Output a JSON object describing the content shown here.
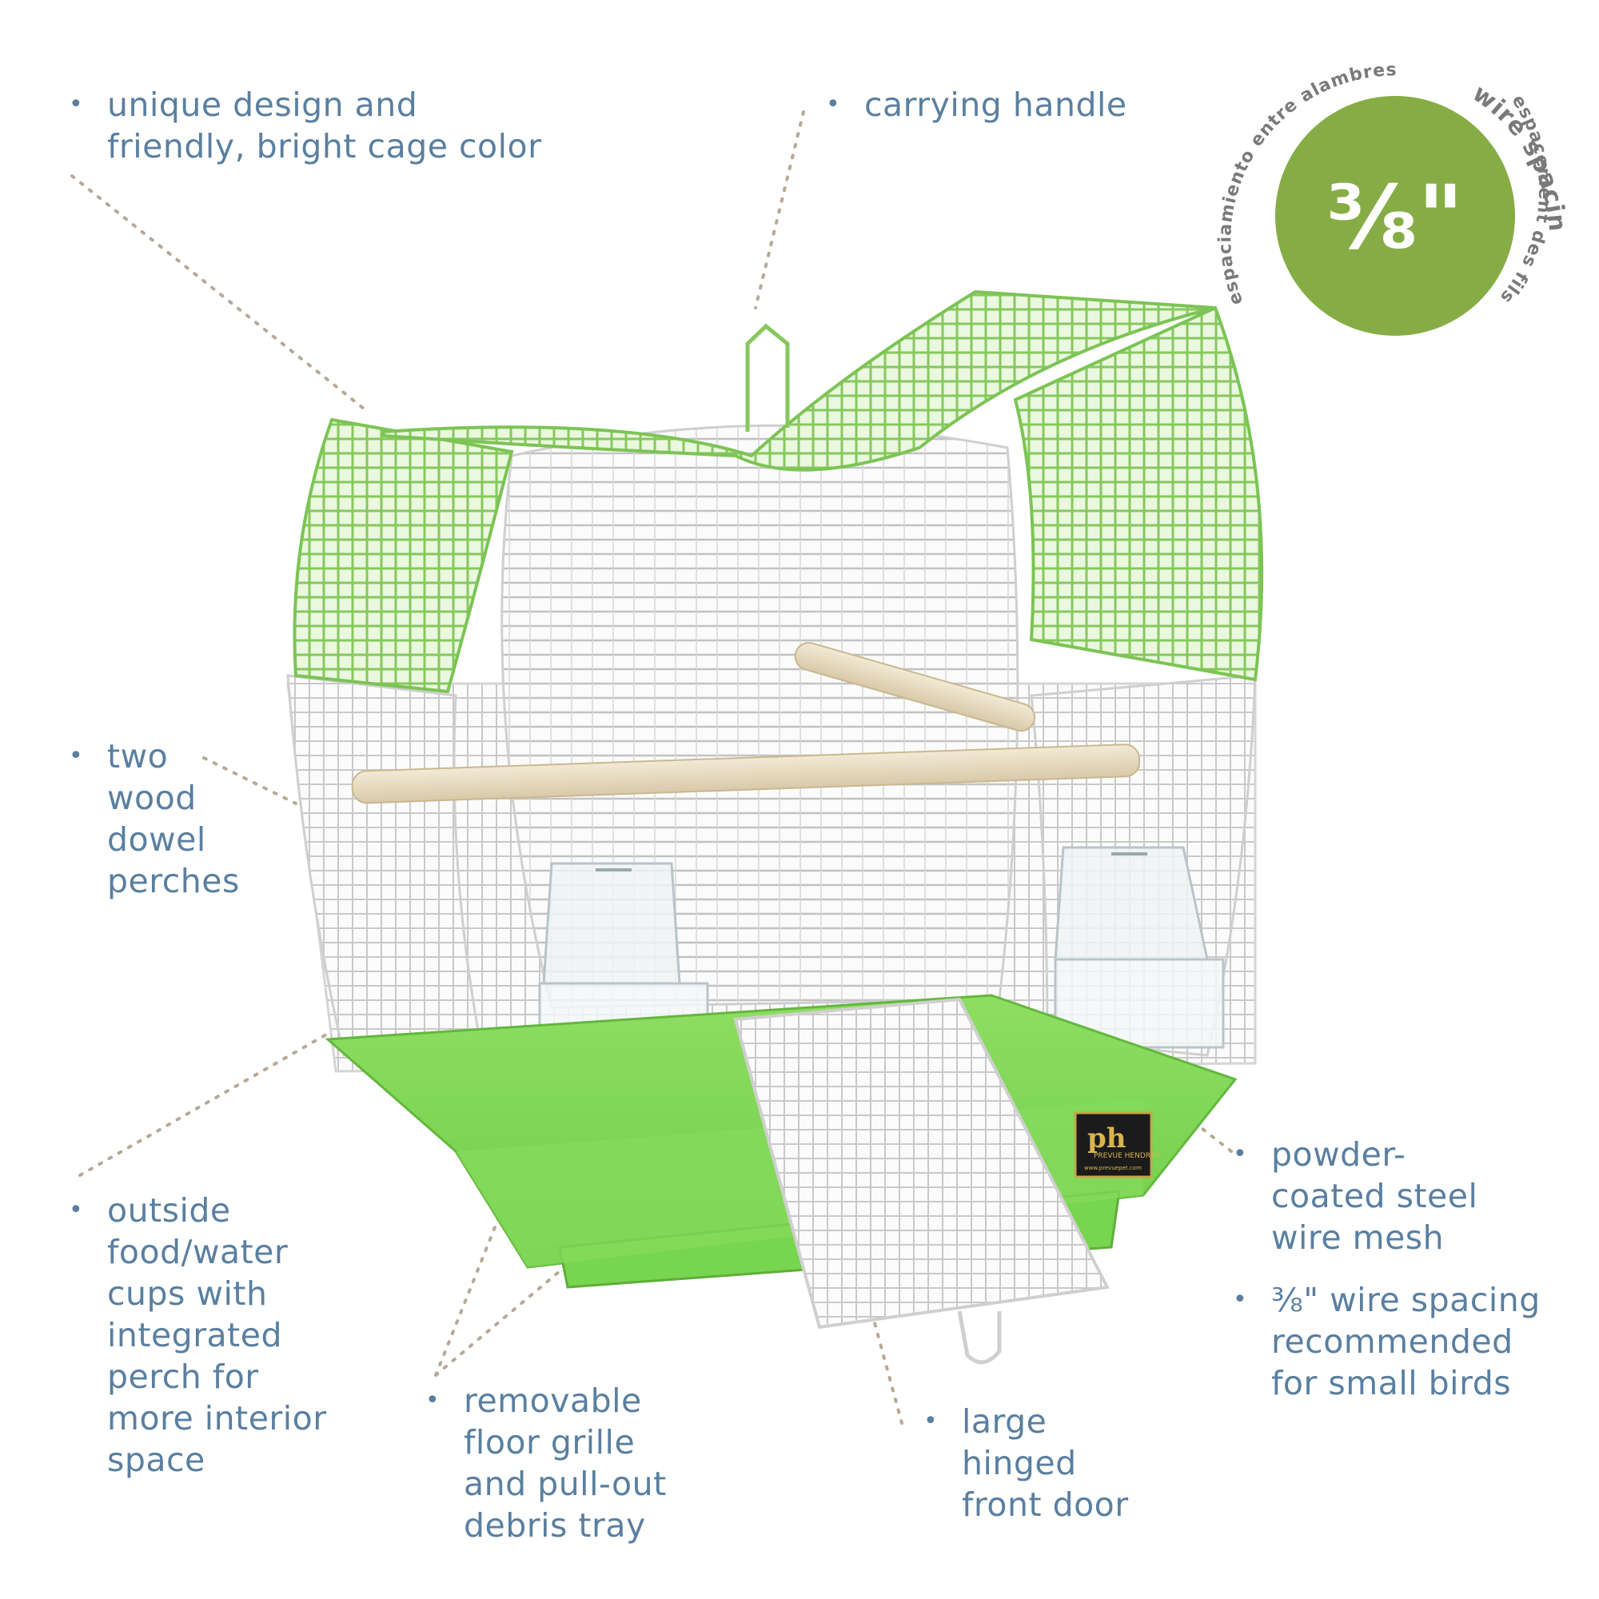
{
  "features": {
    "design": "unique design and\nfriendly, bright cage color",
    "handle": "carrying handle",
    "perches": "two\nwood\ndowel\nperches",
    "cups": "outside\nfood/water\ncups with\nintegrated\nperch for\nmore interior\nspace",
    "floor": "removable\nfloor grille\nand pull-out\ndebris tray",
    "door": "large\nhinged\nfront door",
    "mesh": "powder-\ncoated steel\nwire mesh",
    "spacing": "⅜\" wire spacing\nrecommended\nfor small birds"
  },
  "badge": {
    "value": "⅜\"",
    "ring_en": "wire spacing",
    "ring_fr": "espacement des fils",
    "ring_es": "espaciamiento entre alambres",
    "separator": "•",
    "color": "#86ad45"
  },
  "brand": {
    "logo_mark": "ph",
    "name": "PREVUE HENDRYX",
    "url": "www.prevuepet.com"
  },
  "colors": {
    "text": "#5a7fa0",
    "cage_green": "#8fd46a",
    "base_green": "#7ed957",
    "wire_white": "#ffffff",
    "leader": "#b8a996"
  },
  "bullet_glyph": "•"
}
